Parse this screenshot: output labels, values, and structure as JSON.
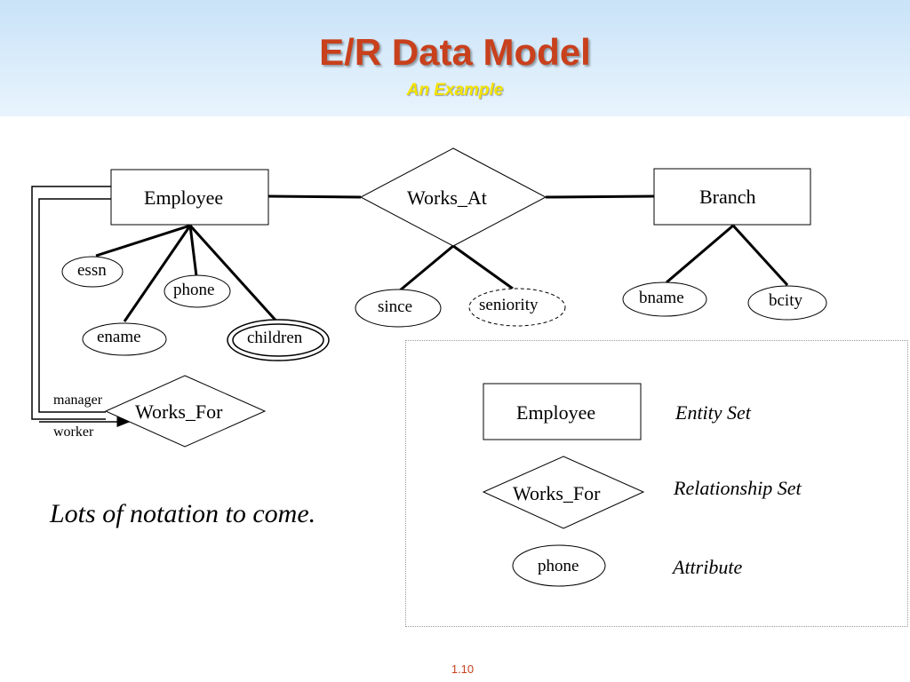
{
  "header": {
    "title": "E/R Data Model",
    "subtitle": "An Example"
  },
  "diagram": {
    "entities": {
      "employee": "Employee",
      "branch": "Branch"
    },
    "relationships": {
      "works_at": "Works_At",
      "works_for": "Works_For"
    },
    "attributes": {
      "essn": "essn",
      "phone": "phone",
      "ename": "ename",
      "children": "children",
      "since": "since",
      "seniority": "seniority",
      "bname": "bname",
      "bcity": "bcity"
    },
    "roles": {
      "manager": "manager",
      "worker": "worker"
    }
  },
  "note": "Lots of notation to come.",
  "legend": {
    "entity_example": "Employee",
    "entity_desc": "Entity Set",
    "relationship_example": "Works_For",
    "relationship_desc": "Relationship Set",
    "attribute_example": "phone",
    "attribute_desc": "Attribute"
  },
  "footer": {
    "page_number": "1.10"
  }
}
